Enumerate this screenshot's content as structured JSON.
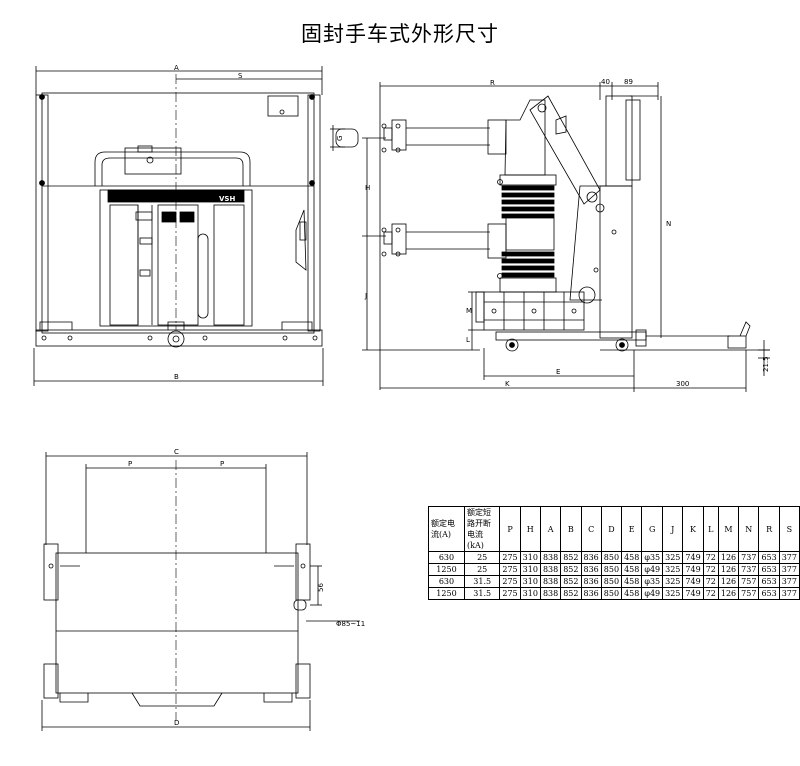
{
  "title": "固封手车式外形尺寸",
  "front_view": {
    "dim_labels": {
      "A": "A",
      "S": "S",
      "B": "B"
    },
    "nameplate": "VSH"
  },
  "side_view": {
    "dim_labels": {
      "R": "R",
      "d40": "40",
      "d89": "89",
      "G": "G",
      "H": "H",
      "J": "J",
      "N": "N",
      "M": "M",
      "L": "L",
      "K": "K",
      "E": "E",
      "d300": "300",
      "d21_5": "21.5"
    }
  },
  "bottom_view": {
    "dim_labels": {
      "C": "C",
      "P1": "P",
      "P2": "P",
      "d56": "56",
      "phi": "Φ85~11",
      "D": "D"
    }
  },
  "spec_table": {
    "headers": [
      "额定电流(A)",
      "额定短路开断电流(kA)",
      "P",
      "H",
      "A",
      "B",
      "C",
      "D",
      "E",
      "G",
      "J",
      "K",
      "L",
      "M",
      "N",
      "R",
      "S"
    ],
    "rows": [
      [
        "630",
        "25",
        "275",
        "310",
        "838",
        "852",
        "836",
        "850",
        "458",
        "φ35",
        "325",
        "749",
        "72",
        "126",
        "737",
        "653",
        "377"
      ],
      [
        "1250",
        "25",
        "275",
        "310",
        "838",
        "852",
        "836",
        "850",
        "458",
        "φ49",
        "325",
        "749",
        "72",
        "126",
        "737",
        "653",
        "377"
      ],
      [
        "630",
        "31.5",
        "275",
        "310",
        "838",
        "852",
        "836",
        "850",
        "458",
        "φ35",
        "325",
        "749",
        "72",
        "126",
        "757",
        "653",
        "377"
      ],
      [
        "1250",
        "31.5",
        "275",
        "310",
        "838",
        "852",
        "836",
        "850",
        "458",
        "φ49",
        "325",
        "749",
        "72",
        "126",
        "757",
        "653",
        "377"
      ]
    ]
  }
}
